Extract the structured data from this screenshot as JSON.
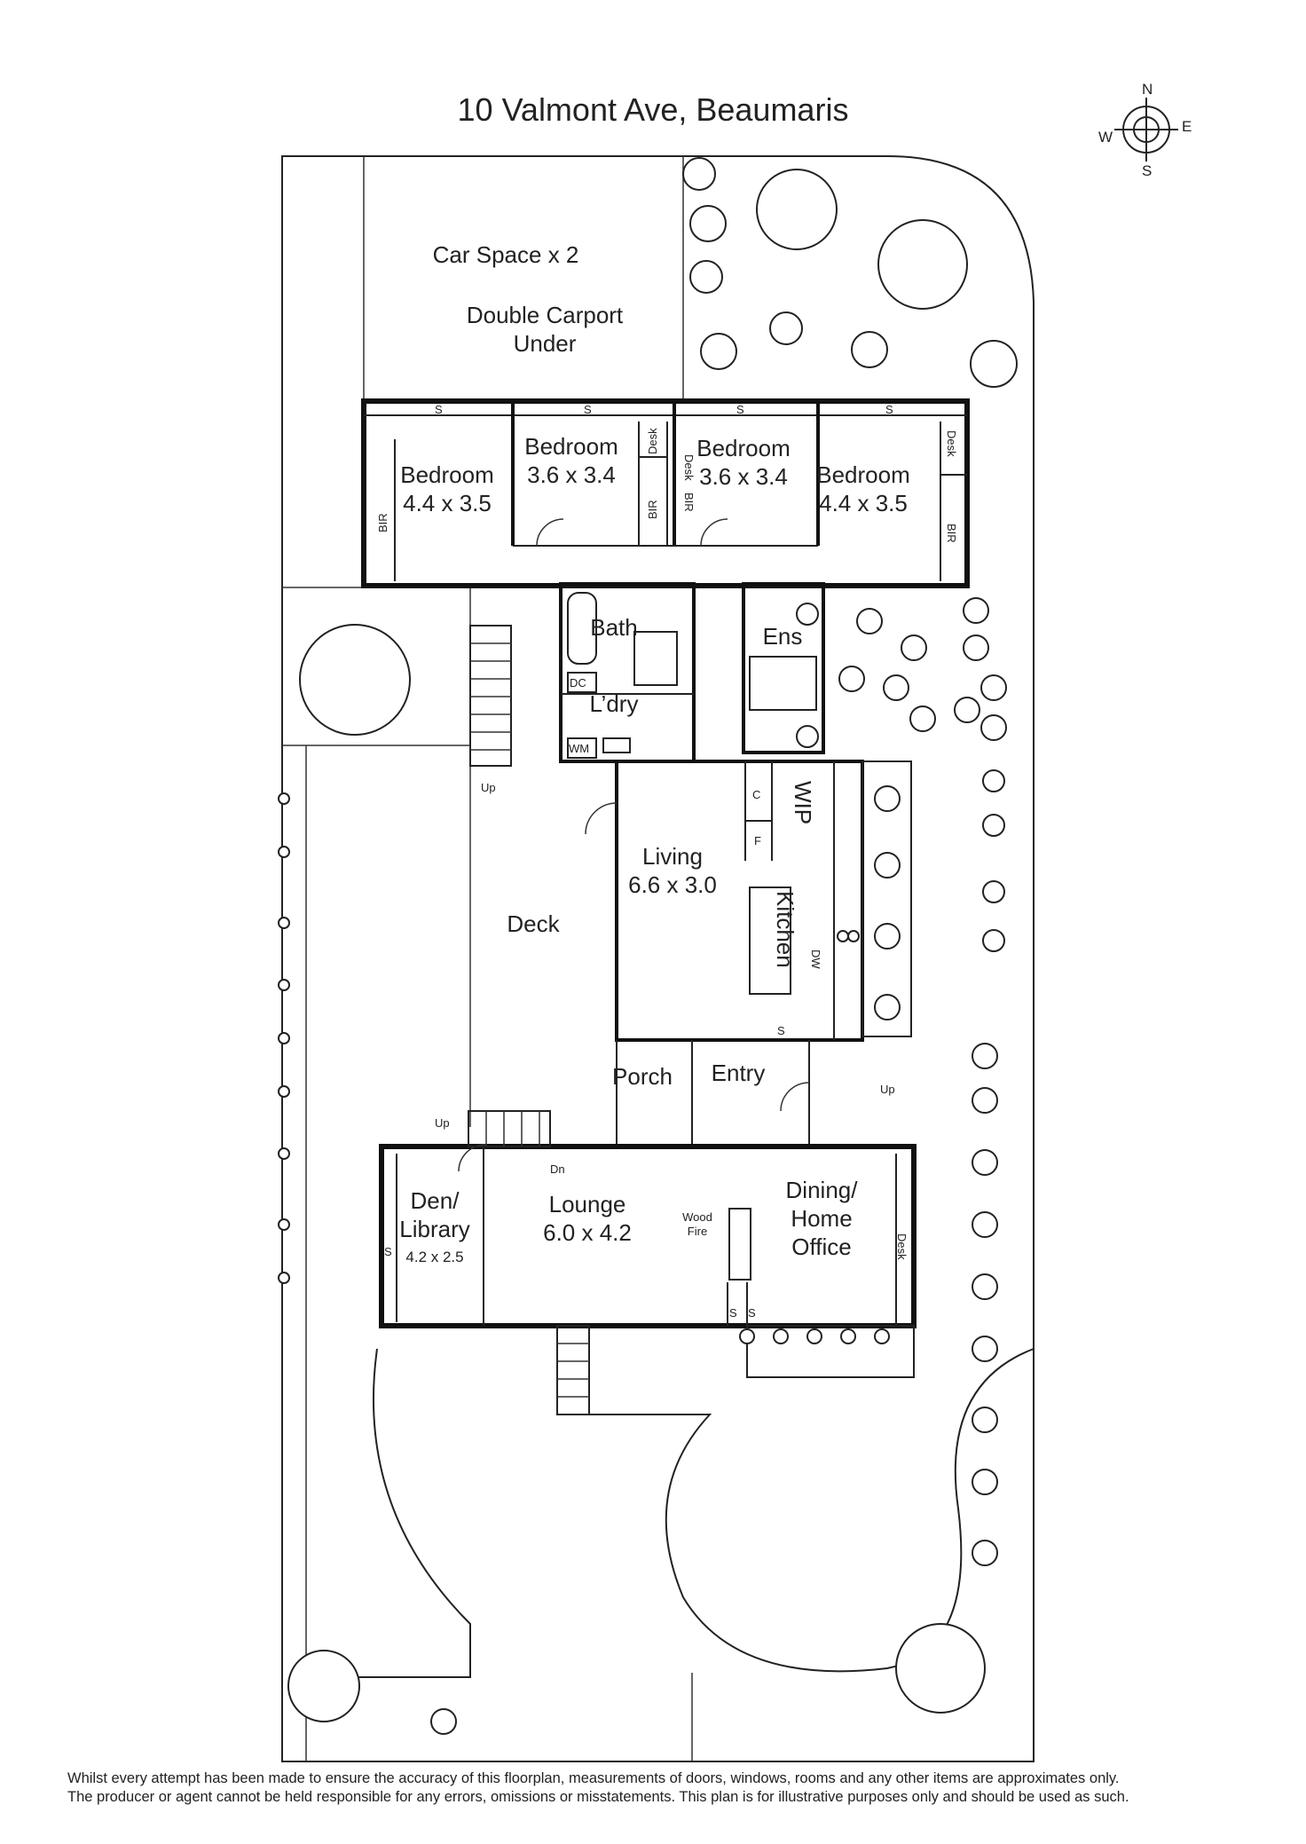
{
  "title": "10 Valmont Ave, Beaumaris",
  "compass": {
    "n": "N",
    "s": "S",
    "e": "E",
    "w": "W"
  },
  "rooms": {
    "car_space": "Car Space x 2",
    "carport_1": "Double Carport",
    "carport_2": "Under",
    "bed1_name": "Bedroom",
    "bed1_size": "4.4 x 3.5",
    "bed2_name": "Bedroom",
    "bed2_size": "3.6 x 3.4",
    "bed3_name": "Bedroom",
    "bed3_size": "3.6 x 3.4",
    "bed4_name": "Bedroom",
    "bed4_size": "4.4 x 3.5",
    "bath": "Bath",
    "ens": "Ens",
    "laundry": "L’dry",
    "living_name": "Living",
    "living_size": "6.6 x 3.0",
    "kitchen": "Kitchen",
    "wip": "WIP",
    "deck": "Deck",
    "porch": "Porch",
    "entry": "Entry",
    "den_1": "Den/",
    "den_2": "Library",
    "den_size": "4.2 x 2.5",
    "lounge_name": "Lounge",
    "lounge_size": "6.0 x 4.2",
    "dining_1": "Dining/",
    "dining_2": "Home",
    "dining_3": "Office",
    "wood_1": "Wood",
    "wood_2": "Fire"
  },
  "fixtures": {
    "bir": "BIR",
    "desk": "Desk",
    "s": "S",
    "dc": "DC",
    "wm": "WM",
    "c": "C",
    "f": "F",
    "dw": "DW",
    "up": "Up",
    "dn": "Dn"
  },
  "disclaimer": [
    "Whilst every attempt has been made to ensure the accuracy of this floorplan, measurements of doors, windows, rooms and any other items are approximates only.",
    "The producer or agent cannot be held responsible for any errors, omissions or misstatements. This plan is for illustrative purposes only and should be used as such."
  ]
}
